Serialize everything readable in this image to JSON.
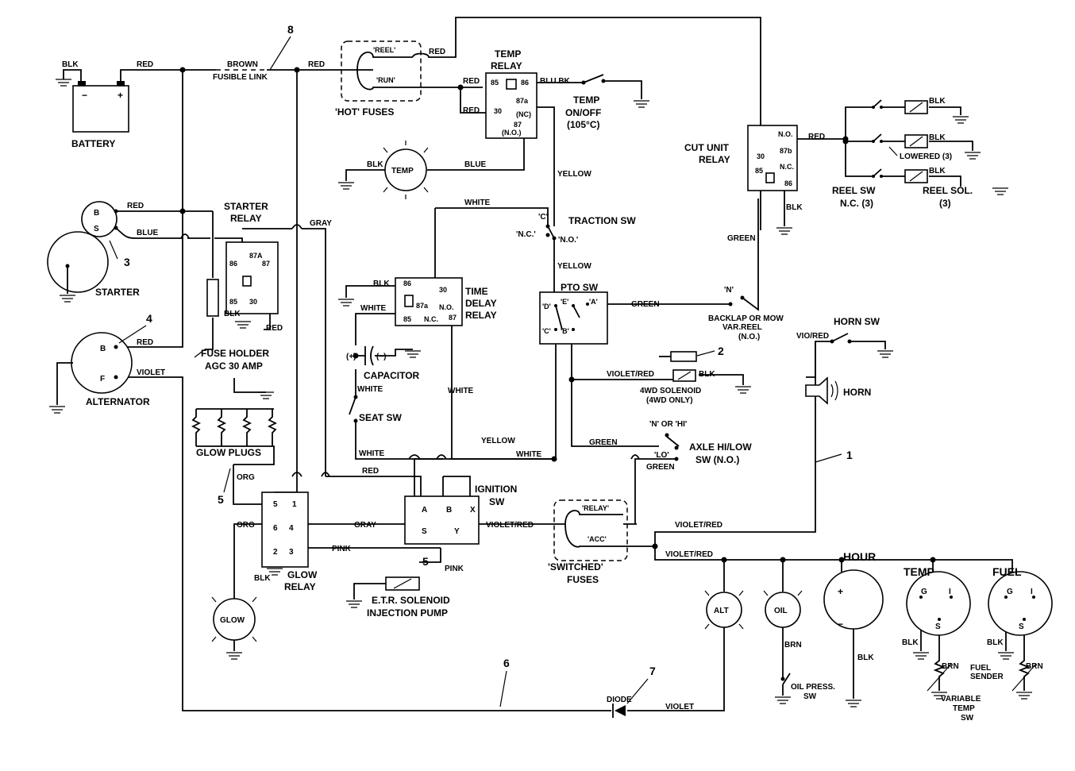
{
  "components": {
    "battery": "BATTERY",
    "battery_minus": "−",
    "battery_plus": "+",
    "starter": "STARTER",
    "starter_b": "B",
    "starter_s": "S",
    "alternator": "ALTERNATOR",
    "alt_b": "B",
    "alt_f": "F",
    "starter_relay": [
      "STARTER",
      "RELAY"
    ],
    "fuse_holder": [
      "FUSE HOLDER",
      "AGC 30 AMP"
    ],
    "glow_plugs": "GLOW PLUGS",
    "glow_relay": [
      "GLOW",
      "RELAY"
    ],
    "glow_lamp": "GLOW",
    "etr_solenoid": [
      "E.T.R. SOLENOID",
      "INJECTION PUMP"
    ],
    "hot_fuses": "'HOT' FUSES",
    "reel_fuse": "'REEL'",
    "run_fuse": "'RUN'",
    "temp_relay": [
      "TEMP",
      "RELAY"
    ],
    "temp_switch": [
      "TEMP",
      "ON/OFF",
      "(105°C)"
    ],
    "temp_lamp": "TEMP",
    "time_delay_relay": [
      "TIME",
      "DELAY",
      "RELAY"
    ],
    "capacitor": "CAPACITOR",
    "cap_plus": "(+)",
    "cap_minus": "(−)",
    "seat_sw": "SEAT SW",
    "traction_sw": "TRACTION SW",
    "pto_sw": "PTO SW",
    "ignition_sw": [
      "IGNITION",
      "SW"
    ],
    "switched_fuses": [
      "'SWITCHED'",
      "FUSES"
    ],
    "relay_fuse": "'RELAY'",
    "acc_fuse": "'ACC'",
    "cut_unit_relay": [
      "CUT UNIT",
      "RELAY"
    ],
    "reel_sw": [
      "REEL SW",
      "N.C. (3)"
    ],
    "reel_sol": [
      "REEL SOL.",
      "(3)"
    ],
    "lowered": "LOWERED (3)",
    "backlap": [
      "BACKLAP OR MOW",
      "VAR.REEL",
      "(N.O.)"
    ],
    "fwd_solenoid": [
      "4WD SOLENOID",
      "(4WD ONLY)"
    ],
    "axle_sw": [
      "AXLE HI/LOW",
      "SW (N.O.)"
    ],
    "horn_sw": "HORN SW",
    "horn": "HORN",
    "hour": "HOUR",
    "temp_gauge": "TEMP",
    "fuel_gauge": "FUEL",
    "alt_lamp": "ALT",
    "oil_lamp": "OIL",
    "oil_press_sw": [
      "OIL PRESS.",
      "SW"
    ],
    "variable_temp_sw": [
      "VARIABLE",
      "TEMP",
      "SW"
    ],
    "fuel_sender": [
      "FUEL",
      "SENDER"
    ],
    "diode": "DIODE"
  },
  "wires": {
    "red": "RED",
    "blk": "BLK",
    "blue": "BLUE",
    "blu_bk": "BLU BK",
    "brown": "BROWN",
    "fusible_link": "FUSIBLE LINK",
    "gray": "GRAY",
    "white": "WHITE",
    "yellow": "YELLOW",
    "green": "GREEN",
    "violet": "VIOLET",
    "violet_red": "VIOLET/RED",
    "vio_red": "VIO/RED",
    "org": "ORG",
    "pink": "PINK",
    "brn": "BRN"
  },
  "terminals": {
    "t85": "85",
    "t86": "86",
    "t30": "30",
    "t87a": "87a",
    "t87A": "87A",
    "t87": "87",
    "t87b": "87b",
    "nc_paren": "(NC)",
    "no_paren": "(N.O.)",
    "no": "N.O.",
    "nc": "N.C.",
    "c_q": "'C'",
    "nc_q": "'N.C.'",
    "no_q": "'N.O.'",
    "d_q": "'D'",
    "e_q": "'E'",
    "a_q": "'A'",
    "b_q": "'B'",
    "n_q": "'N'",
    "lo_q": "'LO'",
    "n_or_hi": "'N' OR 'HI'",
    "ign_a": "A",
    "ign_b": "B",
    "ign_x": "X",
    "ign_s": "S",
    "ign_y": "Y",
    "g1": "1",
    "g2": "2",
    "g3": "3",
    "g4": "4",
    "g5": "5",
    "g6": "6",
    "gauge_g": "G",
    "gauge_i": "I",
    "gauge_s": "S",
    "plus": "+",
    "minus": "−"
  },
  "callouts": [
    "1",
    "2",
    "3",
    "4",
    "5",
    "5",
    "6",
    "7",
    "8"
  ]
}
